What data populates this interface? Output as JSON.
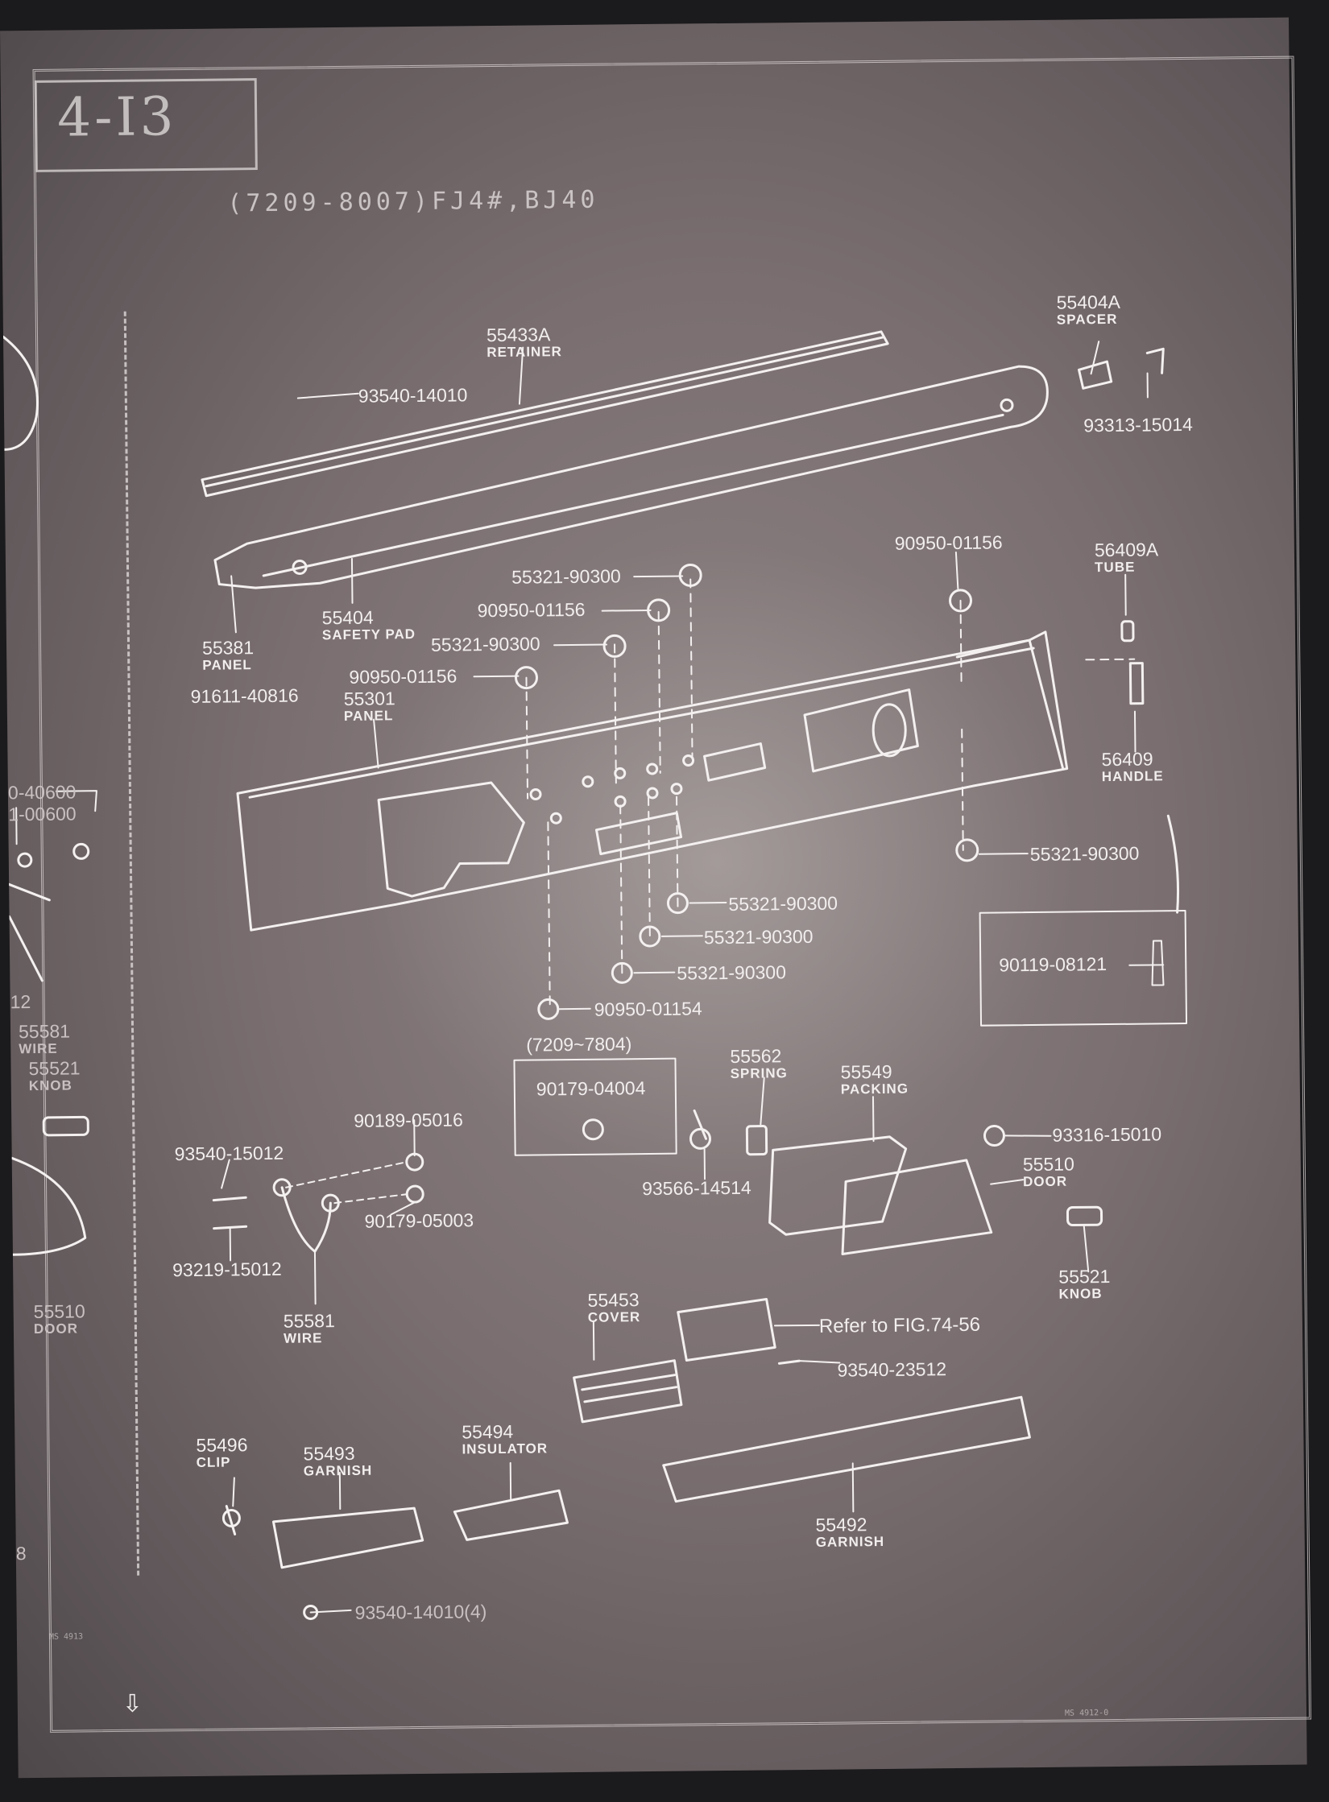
{
  "header": {
    "figure_number": "4-I3",
    "model_range": "(7209-8007)FJ4#,BJ40",
    "inset_date": "(7209~7804)"
  },
  "note": "Refer to FIG.74-56",
  "parts": {
    "p55433A": {
      "number": "55433A",
      "name": "RETAINER"
    },
    "p55404A": {
      "number": "55404A",
      "name": "SPACER"
    },
    "p9354014010": {
      "number": "93540-14010"
    },
    "p9331315014": {
      "number": "93313-15014"
    },
    "p55404": {
      "number": "55404",
      "name": "SAFETY PAD"
    },
    "p55381": {
      "number": "55381",
      "name": "PANEL"
    },
    "p55301": {
      "number": "55301",
      "name": "PANEL"
    },
    "p9161140816": {
      "number": "91611-40816"
    },
    "p5532190300a": {
      "number": "55321-90300"
    },
    "p9095001156a": {
      "number": "90950-01156"
    },
    "p5532190300b": {
      "number": "55321-90300"
    },
    "p9095001156b": {
      "number": "90950-01156"
    },
    "p9095001156c": {
      "number": "90950-01156"
    },
    "p56409A": {
      "number": "56409A",
      "name": "TUBE"
    },
    "p56409": {
      "number": "56409",
      "name": "HANDLE"
    },
    "p5532190300c": {
      "number": "55321-90300"
    },
    "p5532190300d": {
      "number": "55321-90300"
    },
    "p5532190300e": {
      "number": "55321-90300"
    },
    "p5532190300f": {
      "number": "55321-90300"
    },
    "p9095001154": {
      "number": "90950-01154"
    },
    "p9011908121": {
      "number": "90119-08121"
    },
    "p9017904004": {
      "number": "90179-04004"
    },
    "p55562": {
      "number": "55562",
      "name": "SPRING"
    },
    "p55549": {
      "number": "55549",
      "name": "PACKING"
    },
    "p9018905016": {
      "number": "90189-05016"
    },
    "p9354015012": {
      "number": "93540-15012"
    },
    "p9017905003": {
      "number": "90179-05003"
    },
    "p9321915012": {
      "number": "93219-15012"
    },
    "p55581": {
      "number": "55581",
      "name": "WIRE"
    },
    "p9356614514": {
      "number": "93566-14514"
    },
    "p9331615010": {
      "number": "93316-15010"
    },
    "p55510": {
      "number": "55510",
      "name": "DOOR"
    },
    "p55521": {
      "number": "55521",
      "name": "KNOB"
    },
    "p55453": {
      "number": "55453",
      "name": "COVER"
    },
    "p9354023512": {
      "number": "93540-23512"
    },
    "p55496": {
      "number": "55496",
      "name": "CLIP"
    },
    "p55493": {
      "number": "55493",
      "name": "GARNISH"
    },
    "p55494": {
      "number": "55494",
      "name": "INSULATOR"
    },
    "p55492": {
      "number": "55492",
      "name": "GARNISH"
    },
    "p9354014010x4": {
      "number": "93540-14010(4)"
    },
    "left_a": {
      "number": "0-40600"
    },
    "left_b": {
      "number": "1-00600"
    },
    "left_c": {
      "number": "12"
    },
    "left_wire": {
      "number": "55581",
      "name": "WIRE"
    },
    "left_knob": {
      "number": "55521",
      "name": "KNOB"
    },
    "left_door": {
      "number": "55510",
      "name": "DOOR"
    },
    "left_d": {
      "number": "8"
    }
  },
  "footer": {
    "left_code": "MS 4913",
    "right_code": "MS 4912-0"
  }
}
